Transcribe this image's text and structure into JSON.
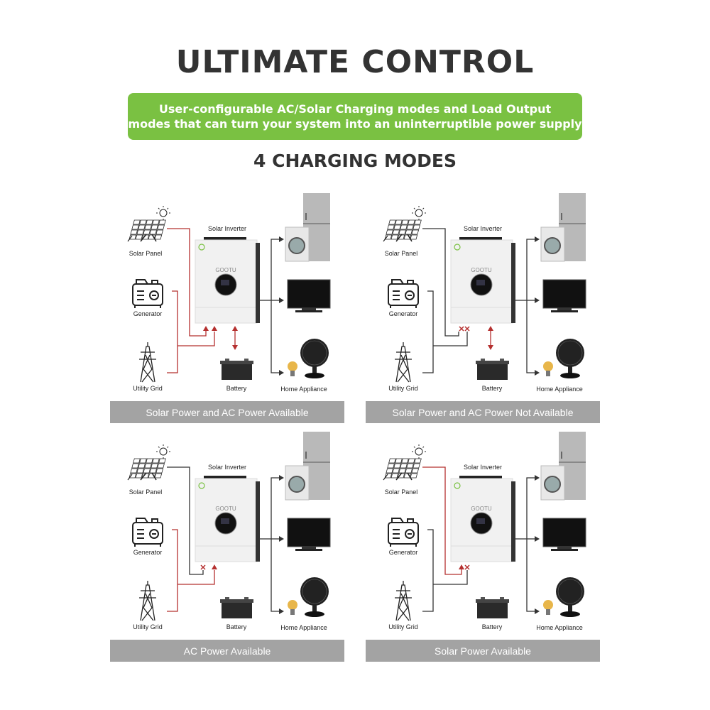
{
  "header": {
    "title": "ULTIMATE CONTROL",
    "banner_line1": "User-configurable AC/Solar Charging modes and Load Output",
    "banner_line2": "modes that can turn your system into an uninterruptible power supply",
    "subtitle": "4 CHARGING MODES"
  },
  "colors": {
    "accent": "#7ac142",
    "active": "#b5302f",
    "inactive": "#333333",
    "bar": "#a3a3a3"
  },
  "labels": {
    "solar_panel": "Solar Panel",
    "generator": "Generator",
    "utility_grid": "Utility Grid",
    "inverter": "Solar Inverter",
    "battery": "Battery",
    "home_appliance": "Home Appliance",
    "brand": "GOOTU"
  },
  "modes": [
    {
      "caption": "Solar Power and AC Power Available",
      "solar": "active",
      "ac": "active",
      "battery": true,
      "solar_x": false,
      "ac_x": false
    },
    {
      "caption": "Solar Power and AC Power Not Available",
      "solar": "inactive",
      "ac": "inactive",
      "battery": true,
      "solar_x": true,
      "ac_x": true
    },
    {
      "caption": "AC Power Available",
      "solar": "inactive",
      "ac": "active",
      "battery": false,
      "solar_x": true,
      "ac_x": false
    },
    {
      "caption": "Solar Power Available",
      "solar": "active",
      "ac": "inactive",
      "battery": false,
      "solar_x": false,
      "ac_x": true
    }
  ]
}
